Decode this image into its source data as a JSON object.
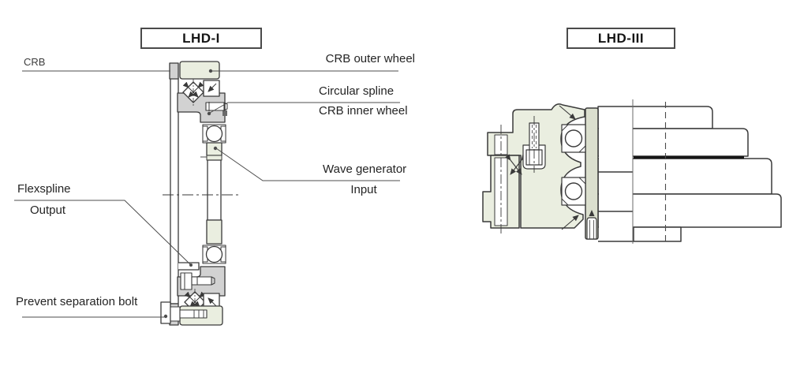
{
  "colors": {
    "tint": "#eaeee0",
    "tint-dark": "#dbdfce",
    "gray": "#d2d2d2",
    "line": "#3a3a3a",
    "leader": "#4d4d4d",
    "band": "#161616",
    "text": "#242424"
  },
  "left_view": {
    "title": "LHD-I",
    "labels": {
      "crb": "CRB",
      "crb_outer_wheel": "CRB outer wheel",
      "circular_spline": "Circular spline",
      "crb_inner_wheel": "CRB inner wheel",
      "wave_generator": "Wave generator",
      "input": "Input",
      "flexspline": "Flexspline",
      "output": "Output",
      "prevent_separation_bolt": "Prevent separation bolt"
    }
  },
  "right_view": {
    "title": "LHD-III"
  }
}
